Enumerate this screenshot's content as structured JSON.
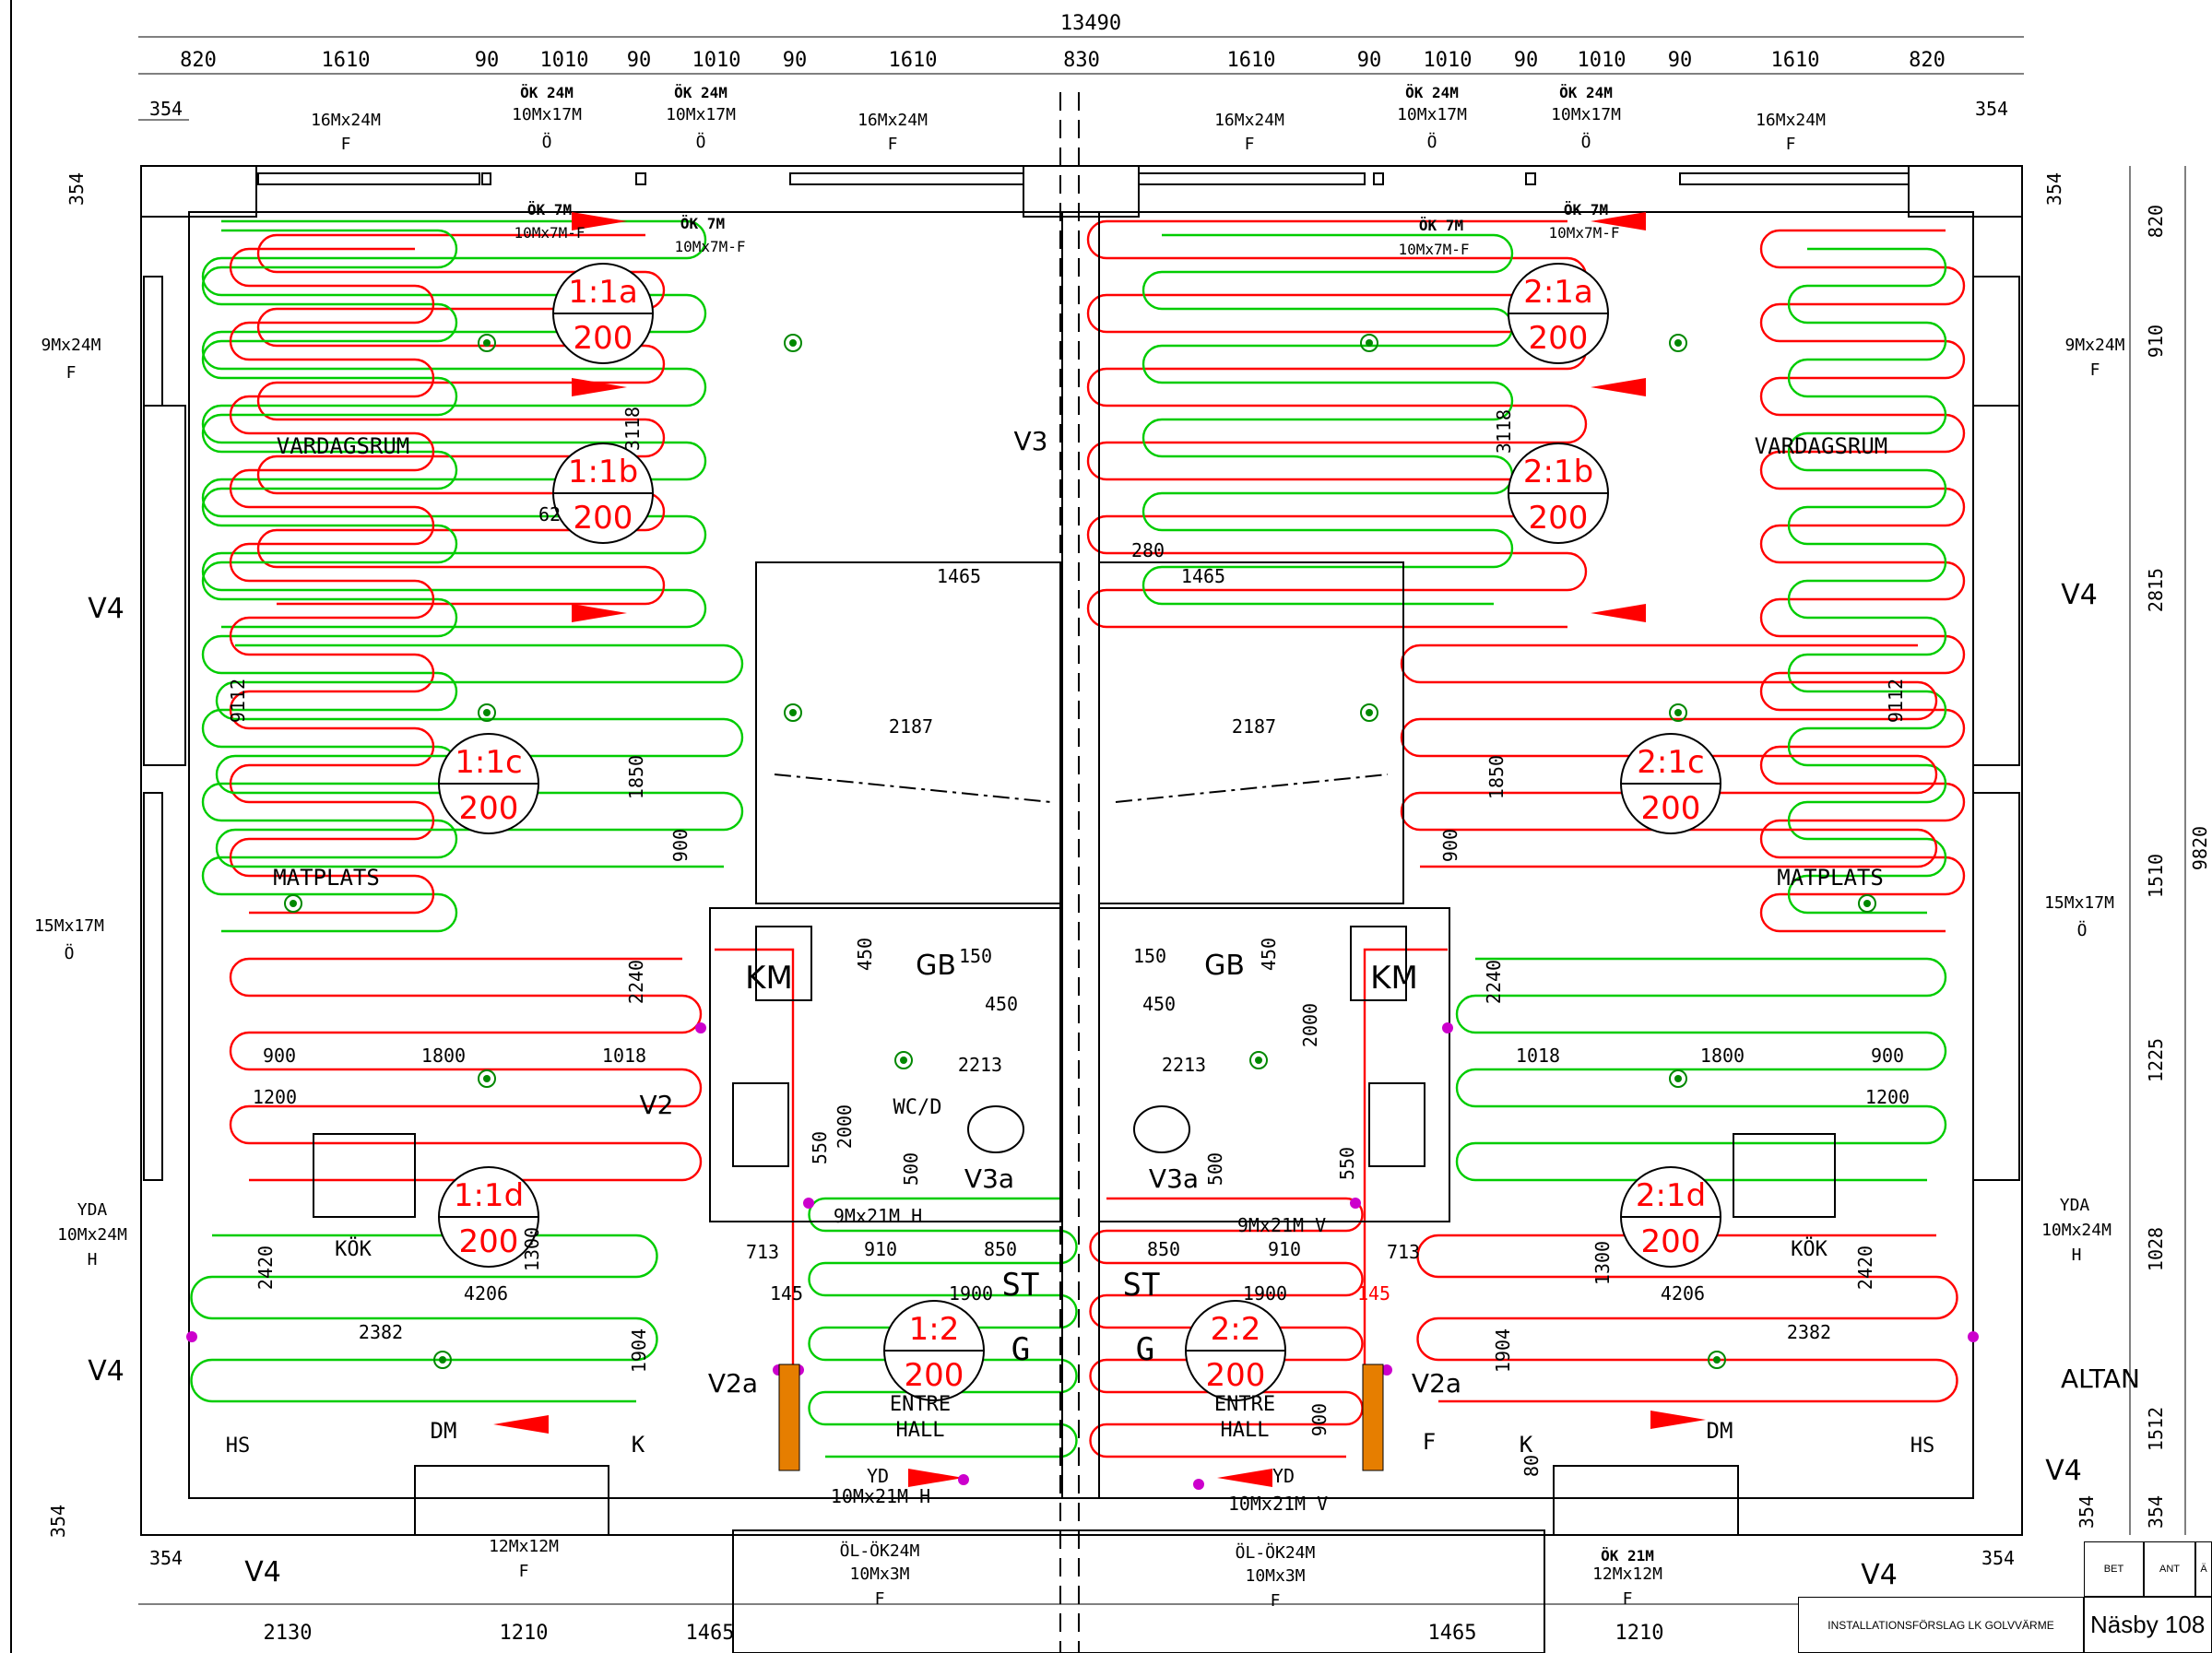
{
  "drawing": {
    "total_width": "13490",
    "top_dims": [
      "820",
      "1610",
      "90",
      "1010",
      "90",
      "1010",
      "90",
      "1610",
      "830",
      "1610",
      "90",
      "1010",
      "90",
      "1010",
      "90",
      "1610",
      "820"
    ],
    "side_354": "354",
    "windows_top": [
      {
        "l1": "16Mx24M",
        "l2": "F"
      },
      {
        "l0": "ÖK 24M",
        "l1": "10Mx17M",
        "l2": "Ö"
      },
      {
        "l0": "ÖK 24M",
        "l1": "10Mx17M",
        "l2": "Ö"
      },
      {
        "l1": "16Mx24M",
        "l2": "F"
      },
      {
        "l1": "16Mx24M",
        "l2": "F"
      },
      {
        "l0": "ÖK 24M",
        "l1": "10Mx17M",
        "l2": "Ö"
      },
      {
        "l0": "ÖK 24M",
        "l1": "10Mx17M",
        "l2": "Ö"
      },
      {
        "l1": "16Mx24M",
        "l2": "F"
      }
    ],
    "ok7m": {
      "l0": "ÖK 7M",
      "l1": "10Mx7M-F"
    },
    "left_win_1": {
      "l1": "9Mx24M",
      "l2": "F"
    },
    "left_win_2": {
      "l1": "15Mx17M",
      "l2": "Ö"
    },
    "yda": {
      "l1": "YDA",
      "l2": "10Mx24M",
      "l3": "H"
    },
    "right_dims": [
      "820",
      "910",
      "2815",
      "1510",
      "1225",
      "1028",
      "1512",
      "354"
    ],
    "right_total": "9820",
    "loops": [
      {
        "top": "1:1a",
        "bottom": "200"
      },
      {
        "top": "1:1b",
        "bottom": "200"
      },
      {
        "top": "1:1c",
        "bottom": "200"
      },
      {
        "top": "1:1d",
        "bottom": "200"
      },
      {
        "top": "1:2",
        "bottom": "200"
      },
      {
        "top": "2:1a",
        "bottom": "200"
      },
      {
        "top": "2:1b",
        "bottom": "200"
      },
      {
        "top": "2:1c",
        "bottom": "200"
      },
      {
        "top": "2:1d",
        "bottom": "200"
      },
      {
        "top": "2:2",
        "bottom": "200"
      }
    ],
    "rooms": {
      "vardagsrum": "VARDAGSRUM",
      "matplats": "MATPLATS",
      "kok": "KÖK",
      "km": "KM",
      "gb": "GB",
      "wcd": "WC/D",
      "st": "ST",
      "g": "G",
      "entre": "ENTRE",
      "hall": "HALL",
      "altan": "ALTAN",
      "hs": "HS",
      "dm": "DM",
      "k": "K",
      "f": "F",
      "yd": "YD"
    },
    "views": {
      "v2": "V2",
      "v2a": "V2a",
      "v3": "V3",
      "v3a": "V3a",
      "v4": "V4"
    },
    "inner_dims": {
      "d3118": "3118",
      "d62": "62",
      "d1465": "1465",
      "d280": "280",
      "d2187": "2187",
      "d1850": "1850",
      "d900": "900",
      "d9112": "9112",
      "d2240": "2240",
      "d450": "450",
      "d150": "150",
      "d2213": "2213",
      "d2000": "2000",
      "d550": "550",
      "d500": "500",
      "d1800": "1800",
      "d1018": "1018",
      "d1200": "1200",
      "d713": "713",
      "d910": "910",
      "d850": "850",
      "d145": "145",
      "d1900": "1900",
      "d2420": "2420",
      "d1300": "1300",
      "d4206": "4206",
      "d2382": "2382",
      "d1904": "1904",
      "d80": "80",
      "d9Mx21MH": "9Mx21M H",
      "d9Mx21MV": "9Mx21M V",
      "d10Mx21MH": "10Mx21M H",
      "d10Mx21MV": "10Mx21M V"
    },
    "bottom": {
      "ol1": "ÖL-ÖK24M",
      "ol2": "10Mx3M",
      "ol3": "F",
      "w12": "12Mx12M",
      "w12f": "F",
      "ok21": "ÖK 21M",
      "b2130": "2130",
      "b1210": "1210",
      "b1465": "1465",
      "b354": "354"
    },
    "titleblock": {
      "bet": "BET",
      "ant": "ANT",
      "a": "Ä",
      "title": "INSTALLATIONSFÖRSLAG LK GOLVVÄRME",
      "project": "Näsby 108"
    }
  },
  "colors": {
    "supply": "#ff0000",
    "return": "#00cc00",
    "line": "#000000",
    "manifold": "#e67e00",
    "valve": "#cc00cc"
  }
}
